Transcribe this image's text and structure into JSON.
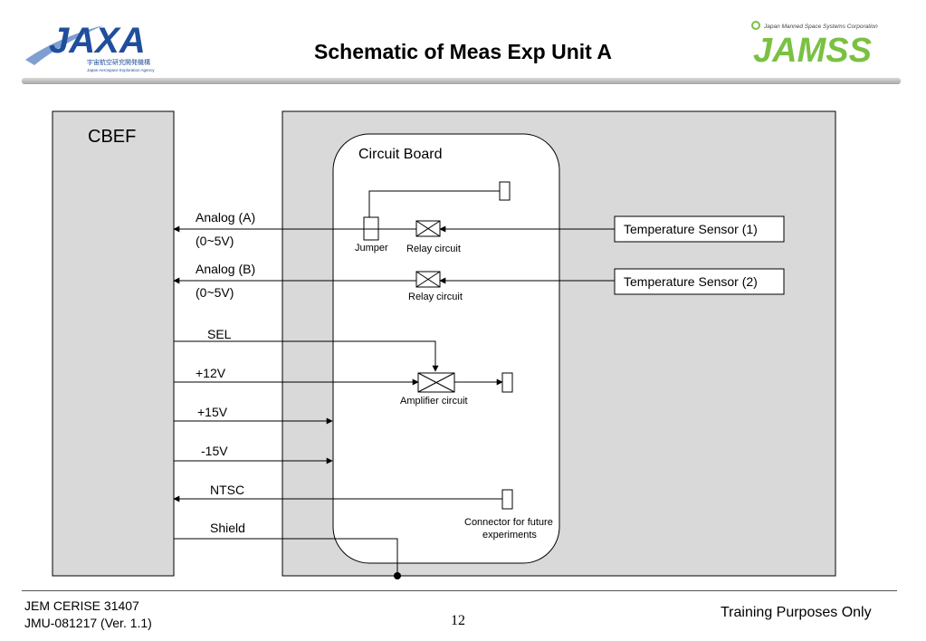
{
  "header": {
    "title": "Schematic of Meas Exp Unit A",
    "left_logo": {
      "text": "JAXA",
      "subtitle_jp": "宇宙航空研究開発機構",
      "subtitle_en": "Japan Aerospace Exploration Agency"
    },
    "right_logo": {
      "text": "JAMSS",
      "tagline": "Japan Manned Space Systems Corporation"
    }
  },
  "diagram": {
    "cbef_label": "CBEF",
    "circuit_board_label": "Circuit Board",
    "signals": {
      "analog_a": "Analog (A)",
      "analog_a_range": "(0~5V)",
      "analog_b": "Analog (B)",
      "analog_b_range": "(0~5V)",
      "sel": "SEL",
      "p12v": "+12V",
      "p15v": "+15V",
      "m15v": "-15V",
      "ntsc": "NTSC",
      "shield": "Shield"
    },
    "components": {
      "jumper": "Jumper",
      "relay_1": "Relay circuit",
      "relay_2": "Relay circuit",
      "amplifier": "Amplifier circuit",
      "connector_line1": "Connector for future",
      "connector_line2": "experiments"
    },
    "sensors": {
      "sensor_1": "Temperature Sensor (1)",
      "sensor_2": "Temperature Sensor (2)"
    }
  },
  "footer": {
    "doc_id": "JEM CERISE 31407",
    "doc_version": "JMU-081217 (Ver. 1.1)",
    "page_number": "12",
    "notice": "Training Purposes Only"
  },
  "colors": {
    "jaxa_blue": "#1f4e9c",
    "jamss_green": "#7ac143",
    "panel_gray": "#d9d9d9"
  }
}
